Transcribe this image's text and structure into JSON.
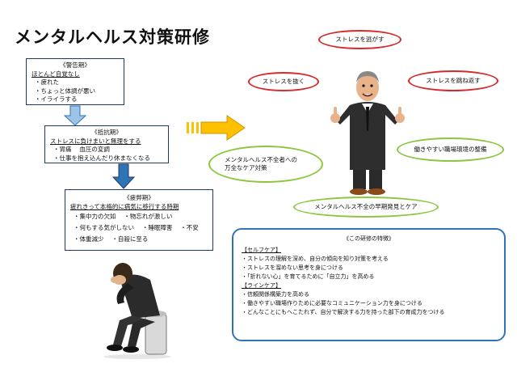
{
  "title": "メンタルヘルス対策研修",
  "warning": {
    "heading": "《警告期》",
    "sub": "ほとんど自覚なし",
    "items": [
      "・疲れた",
      "・ちょっと体調が悪い",
      "・イライラする"
    ]
  },
  "resistance": {
    "heading": "《抵抗期》",
    "sub": "ストレスに負けまいと無理をする",
    "items": [
      "・胃痛　 血圧の変調",
      "・仕事を抱え込んだり休まなくなる"
    ]
  },
  "exhaustion": {
    "heading": "《疲弊期》",
    "sub": "疲れきって本格的に病気に移行する時期",
    "rows": [
      "・集中力の欠如　 ・物忘れが激しい",
      "・何もする気がしない　 ・睡眠障害　 ・不安",
      "・体重減少　 ・自殺に至る"
    ]
  },
  "ovals": {
    "release": "ストレスを逃がす",
    "remove": "ストレスを抜く",
    "repel": "ストレスを跳ね返す",
    "care_line1": "メンタルヘルス不全者への",
    "care_line2": "万全なケア対策",
    "environment": "働きやすい職場環境の整備",
    "early": "メンタルヘルス不全の早期発見とケア"
  },
  "features": {
    "heading": "《この研修の特徴》",
    "self_title": "【セルフケア】",
    "self_items": [
      "・ストレスの理解を深め、自分の傾向を知り対策を考える",
      "・ストレスを溜めない思考を身につける",
      "・「折れない心」を育てるために「自立力」を高める"
    ],
    "line_title": "【ラインケア】",
    "line_items": [
      "・信頼関係構築力を高める",
      "・働きやすい職場作りために必要なコミュニケーション力を身につける",
      "・どんなことにもへこたれず、自分で解決する力を持った部下の育成力をつける"
    ]
  },
  "colors": {
    "box_border": "#1f3864",
    "arrow_blue": "#2e75b6",
    "arrow_light": "#9dc3e6",
    "arrow_gold": "#ffc000",
    "oval_red": "#d62a2a",
    "oval_green": "#8cc63f",
    "feature_border": "#2e75b6"
  }
}
